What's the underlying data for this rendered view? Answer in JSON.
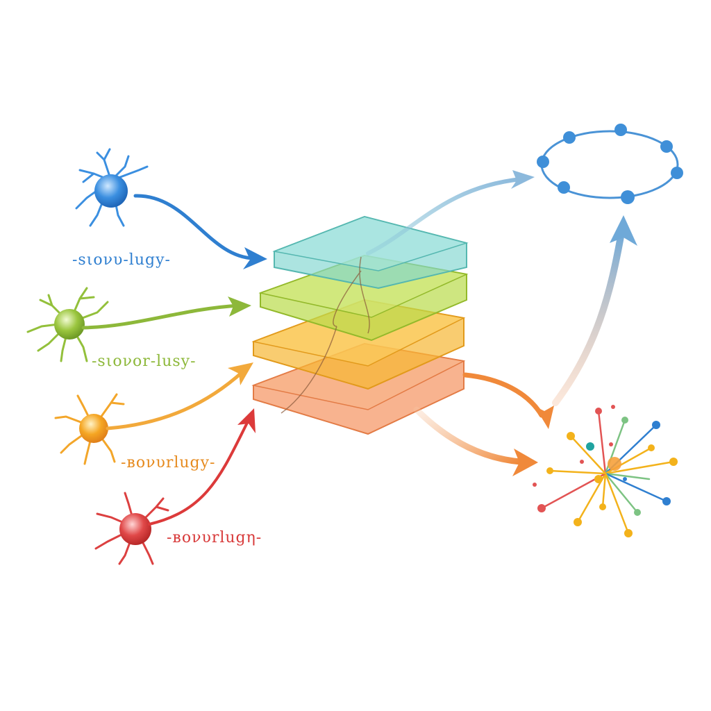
{
  "neurons": [
    {
      "label": "-sιονυ-lugy-",
      "color": "#2f7fd0"
    },
    {
      "label": "-sιονοr-lusy-",
      "color": "#8db83a"
    },
    {
      "label": "-ʙονυrlugy-",
      "color": "#e68a1e"
    },
    {
      "label": "-ʙονυrlugη-",
      "color": "#d83a3a"
    }
  ],
  "layers": [
    {
      "color": "#7fd6cf"
    },
    {
      "color": "#b9dc4a"
    },
    {
      "color": "#f6b733"
    },
    {
      "color": "#f59a6a"
    }
  ],
  "outputs": {
    "ring_color": "#3f8fd8",
    "burst_colors": [
      "#f3b21b",
      "#2f7fd0",
      "#e25454",
      "#7dc383",
      "#1fa3a0"
    ]
  }
}
